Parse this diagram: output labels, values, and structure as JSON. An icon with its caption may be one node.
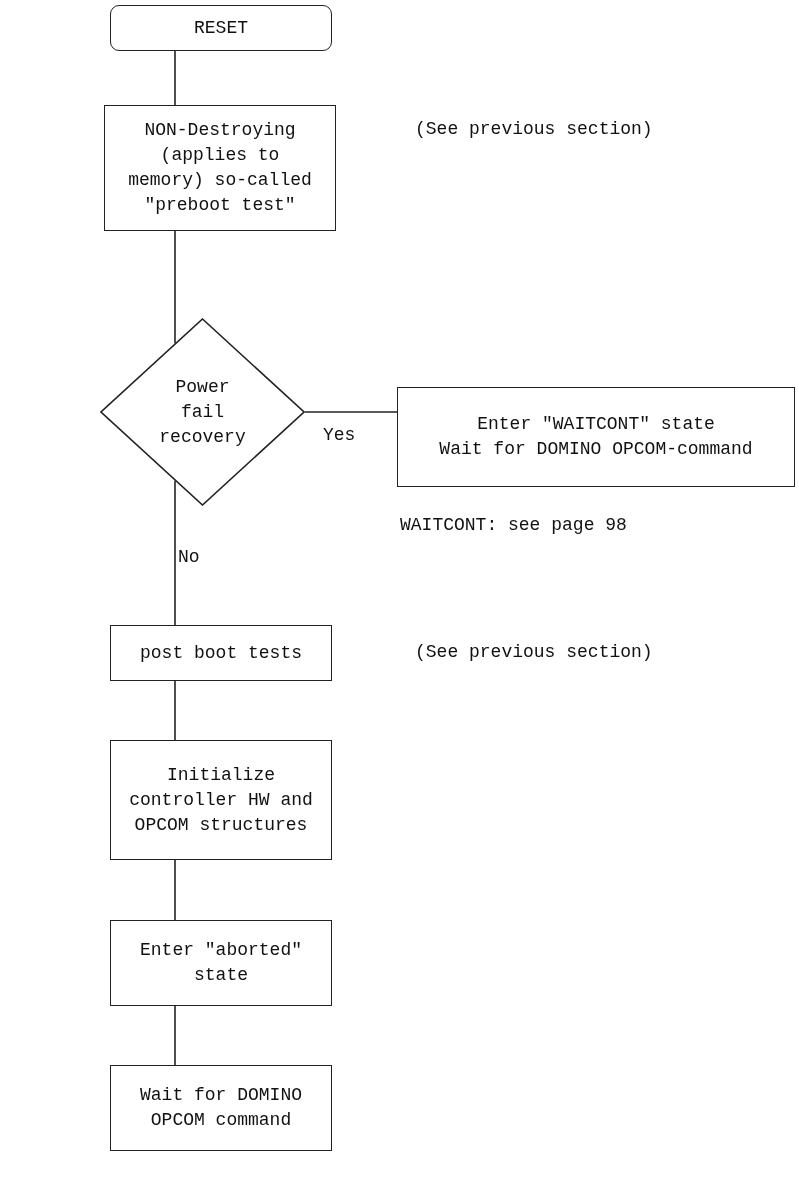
{
  "diagram": {
    "nodes": [
      {
        "text": [
          "RESET"
        ]
      },
      {
        "text": [
          "NON-Destroying (applies to memory) so-called \"preboot test\""
        ]
      },
      {
        "text": [
          "Power fail recovery"
        ]
      },
      {
        "text": [
          "Enter \"WAITCONT\" state",
          "Wait for DOMINO OPCOM-command"
        ]
      },
      {
        "text": [
          "post boot tests"
        ]
      },
      {
        "text": [
          "Initialize controller HW and OPCOM structures"
        ]
      },
      {
        "text": [
          "Enter \"aborted\" state"
        ]
      },
      {
        "text": [
          "Wait for DOMINO OPCOM command"
        ]
      }
    ],
    "edges": [
      {
        "from": 0,
        "to": 1,
        "arrow": "none"
      },
      {
        "from": 1,
        "to": 2,
        "arrow": "none"
      },
      {
        "from": 2,
        "to": 3,
        "arrow": "none",
        "label": "Yes"
      },
      {
        "from": 2,
        "to": 4,
        "arrow": "none",
        "label": "No"
      },
      {
        "from": 4,
        "to": 5,
        "arrow": "none"
      },
      {
        "from": 5,
        "to": 6,
        "arrow": "none"
      },
      {
        "from": 6,
        "to": 7,
        "arrow": "none"
      }
    ],
    "labels": [
      "(See previous section)",
      "WAITCONT: see page 98",
      "(See previous section)"
    ]
  }
}
